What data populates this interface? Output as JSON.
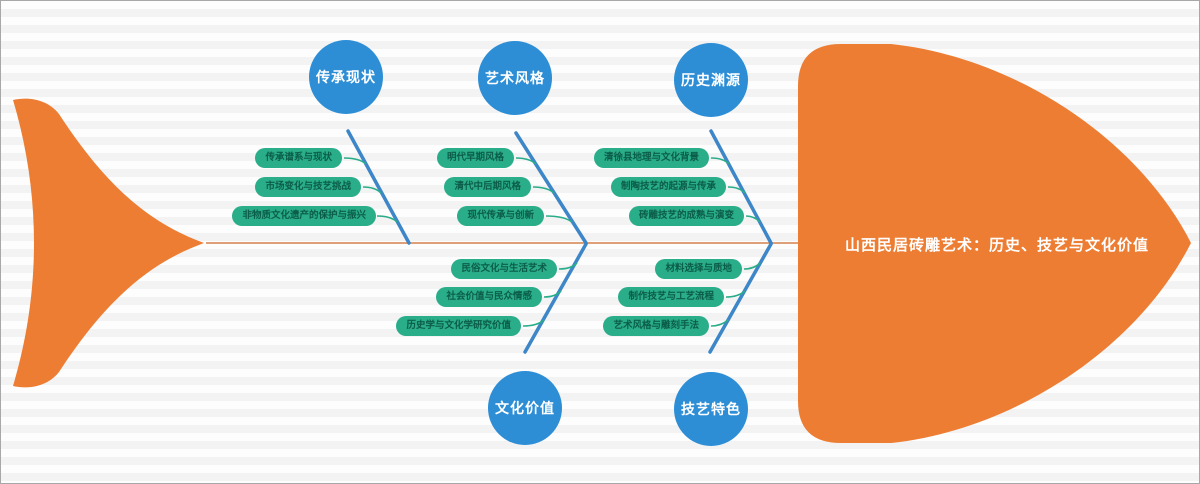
{
  "title": "山西民居砖雕艺术：历史、技艺与文化价值",
  "diagram_type": "fishbone",
  "colors": {
    "fish_body": "#ec7d33",
    "spine_line": "#dfa077",
    "branch_line": "#3d86c8",
    "category_circle": "#2d8ed6",
    "category_text": "#ffffff",
    "pill_background": "#2aad89",
    "pill_text": "#0b5d49",
    "background_stripe_light": "#fdfdfd",
    "background_stripe_dark": "#f3f3f4"
  },
  "categories": [
    {
      "label": "传承现状",
      "position": "top",
      "items": [
        "传承谱系与现状",
        "市场变化与技艺挑战",
        "非物质文化遗产的保护与振兴"
      ]
    },
    {
      "label": "艺术风格",
      "position": "top",
      "items": [
        "明代早期风格",
        "清代中后期风格",
        "现代传承与创新"
      ]
    },
    {
      "label": "历史渊源",
      "position": "top",
      "items": [
        "清徐县地理与文化背景",
        "制陶技艺的起源与传承",
        "砖雕技艺的成熟与演变"
      ]
    },
    {
      "label": "文化价值",
      "position": "bottom",
      "items": [
        "民俗文化与生活艺术",
        "社会价值与民众情感",
        "历史学与文化学研究价值"
      ]
    },
    {
      "label": "技艺特色",
      "position": "bottom",
      "items": [
        "材料选择与质地",
        "制作技艺与工艺流程",
        "艺术风格与雕刻手法"
      ]
    }
  ]
}
